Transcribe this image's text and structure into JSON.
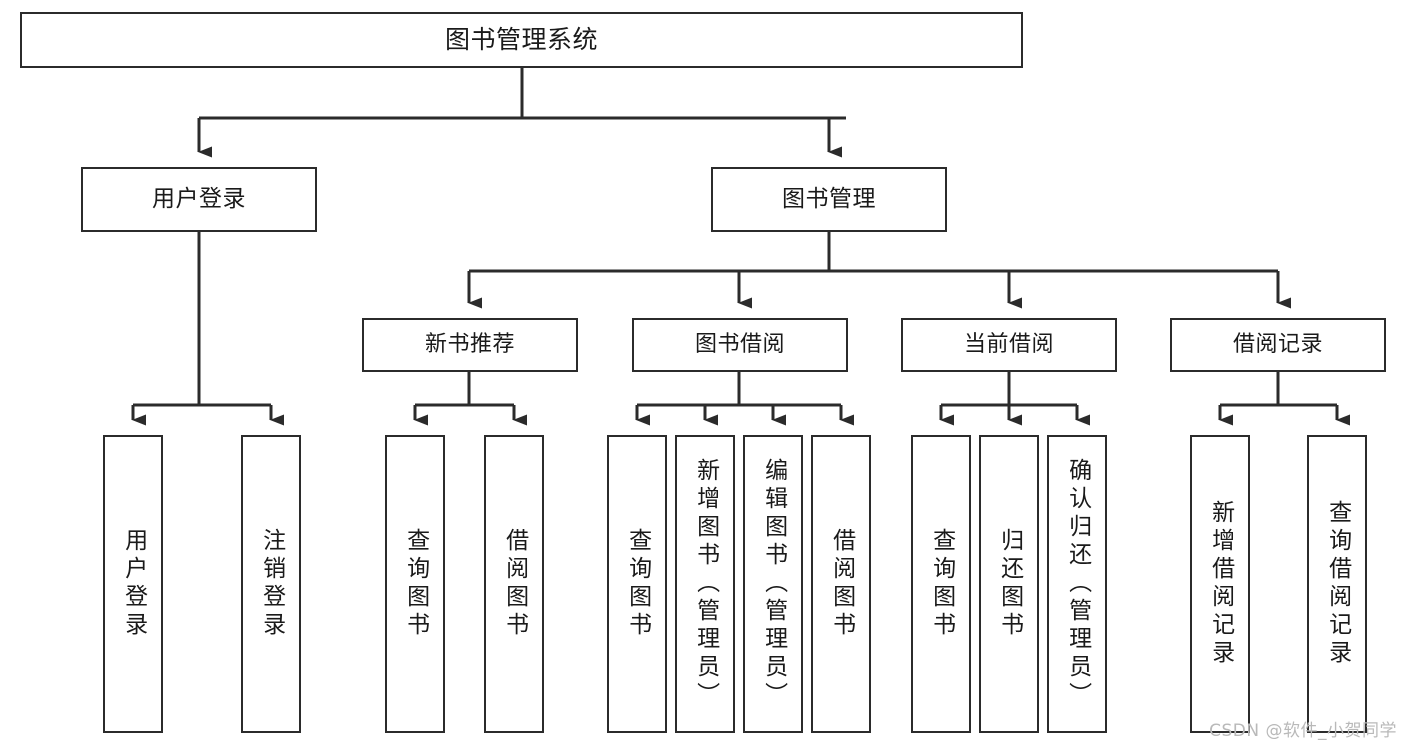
{
  "diagram": {
    "title": "图书管理系统",
    "watermark": "CSDN @软件_小贺同学",
    "colors": {
      "stroke": "#2b2b2b",
      "fill": "#ffffff",
      "text": "#1a1a1a",
      "watermark": "#b9b9b9"
    },
    "root": {
      "label": "图书管理系统"
    },
    "level2": [
      {
        "label": "用户登录"
      },
      {
        "label": "图书管理"
      }
    ],
    "level3": [
      {
        "label": "新书推荐"
      },
      {
        "label": "图书借阅"
      },
      {
        "label": "当前借阅"
      },
      {
        "label": "借阅记录"
      }
    ],
    "leaves": {
      "user_login": [
        {
          "label": "用户登录"
        },
        {
          "label": "注销登录"
        }
      ],
      "new_book": [
        {
          "label": "查询图书"
        },
        {
          "label": "借阅图书"
        }
      ],
      "book_borrow": [
        {
          "label": "查询图书"
        },
        {
          "label": "新增图书（管理员）"
        },
        {
          "label": "编辑图书（管理员）"
        },
        {
          "label": "借阅图书"
        }
      ],
      "current_borrow": [
        {
          "label": "查询图书"
        },
        {
          "label": "归还图书"
        },
        {
          "label": "确认归还（管理员）"
        }
      ],
      "borrow_record": [
        {
          "label": "新增借阅记录"
        },
        {
          "label": "查询借阅记录"
        }
      ]
    }
  }
}
